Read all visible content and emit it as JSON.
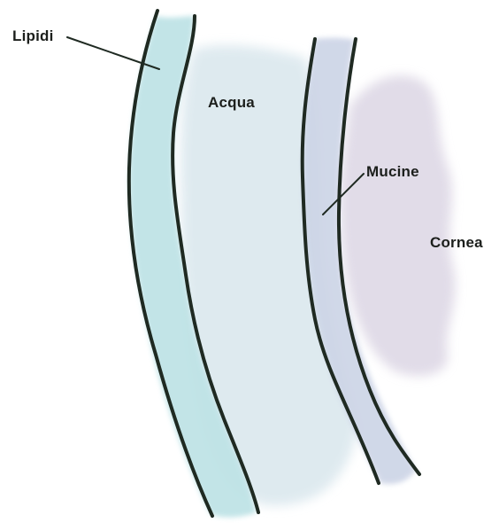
{
  "labels": {
    "lipidi": "Lipidi",
    "acqua": "Acqua",
    "mucine": "Mucine",
    "cornea": "Cornea"
  },
  "colors": {
    "lipid_layer": "#bfe3e6",
    "aqueous_layer": "#dbe8ee",
    "mucin_layer": "#ccd4e6",
    "cornea": "#dcd6e4",
    "outline": "#1f2a22",
    "text": "#1c1f1c"
  }
}
